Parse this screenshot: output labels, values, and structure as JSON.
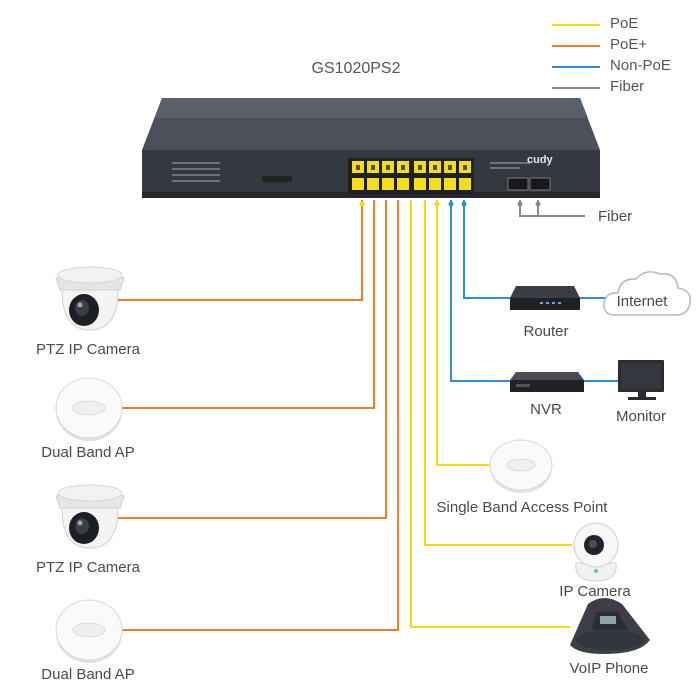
{
  "switch_model": "GS1020PS2",
  "switch_brand": "cudy",
  "legend": [
    {
      "label": "PoE",
      "color": "#f5d90f"
    },
    {
      "label": "PoE+",
      "color": "#ef7d2a"
    },
    {
      "label": "Non-PoE",
      "color": "#2b8fd1"
    },
    {
      "label": "Fiber",
      "color": "#8a8a8a"
    }
  ],
  "devices": {
    "left": [
      "PTZ IP Camera",
      "Dual Band AP",
      "PTZ IP Camera",
      "Dual Band AP"
    ],
    "fiber": "Fiber",
    "router": "Router",
    "internet": "Internet",
    "nvr": "NVR",
    "monitor": "Monitor",
    "access_point": "Single Band Access Point",
    "ip_camera": "IP Camera",
    "voip_phone": "VoIP Phone"
  },
  "icons": {
    "switch": "poe-switch-icon",
    "ptz_camera": "dome-camera-icon",
    "access_point": "ceiling-ap-icon",
    "router": "router-icon",
    "cloud": "cloud-icon",
    "nvr": "nvr-icon",
    "monitor": "monitor-icon",
    "ip_camera": "indoor-camera-icon",
    "voip_phone": "conference-phone-icon"
  }
}
